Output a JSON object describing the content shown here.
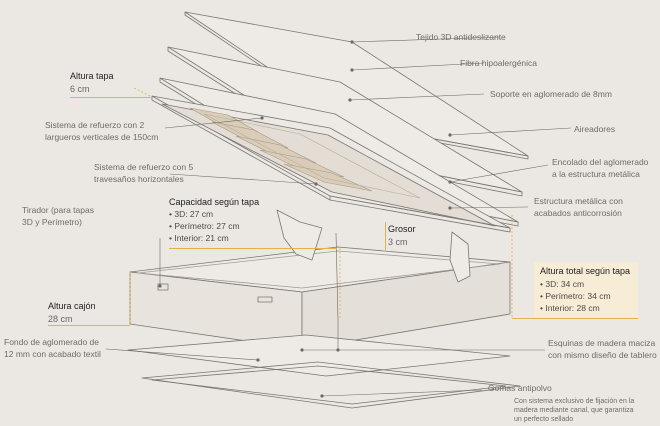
{
  "colors": {
    "background": "#ebe7e2",
    "accent": "#e2b24c",
    "highlight": "#f7ecd6",
    "line": "#6e6a66"
  },
  "labels": {
    "tejido": "Tejido 3D antideslizante",
    "fibra": "Fibra hipoalergénica",
    "soporte": "Soporte en aglomerado de 8mm",
    "aireadores": "Aireadores",
    "encolado": [
      "Encolado del aglomerado",
      "a la estructura metálica"
    ],
    "estructura": [
      "Estructura metálica con",
      "acabados anticorrosión"
    ],
    "esquinas": [
      "Esquinas de madera maciza",
      "con mismo diseño de tablero"
    ],
    "gomas": "Gomas antipolvo",
    "gomas_note": [
      "Con sistema exclusivo de fijación en la",
      "madera mediante canal, que garantiza",
      "un perfecto sellado"
    ],
    "refuerzo_largueros": [
      "Sistema de refuerzo con 2",
      "largueros verticales de 150cm"
    ],
    "refuerzo_travesanos": [
      "Sistema de refuerzo con 5",
      "travesaños horizontales"
    ],
    "tirador": [
      "Tirador (para tapas",
      "3D y Perímetro)"
    ],
    "fondo": [
      "Fondo de aglomerado de",
      "12 mm con acabado textil"
    ]
  },
  "measures": {
    "altura_tapa": {
      "title": "Altura tapa",
      "value": "6 cm"
    },
    "grosor": {
      "title": "Grosor",
      "value": "3 cm"
    },
    "altura_cajon": {
      "title": "Altura cajón",
      "value": "28 cm"
    },
    "capacidad": {
      "title": "Capacidad según tapa",
      "items": [
        "3D: 27 cm",
        "Perímetro: 27 cm",
        "Interior: 21 cm"
      ]
    },
    "altura_total": {
      "title": "Altura total según tapa",
      "items": [
        "3D: 34 cm",
        "Perímetro: 34 cm",
        "Interior: 28 cm"
      ]
    }
  }
}
